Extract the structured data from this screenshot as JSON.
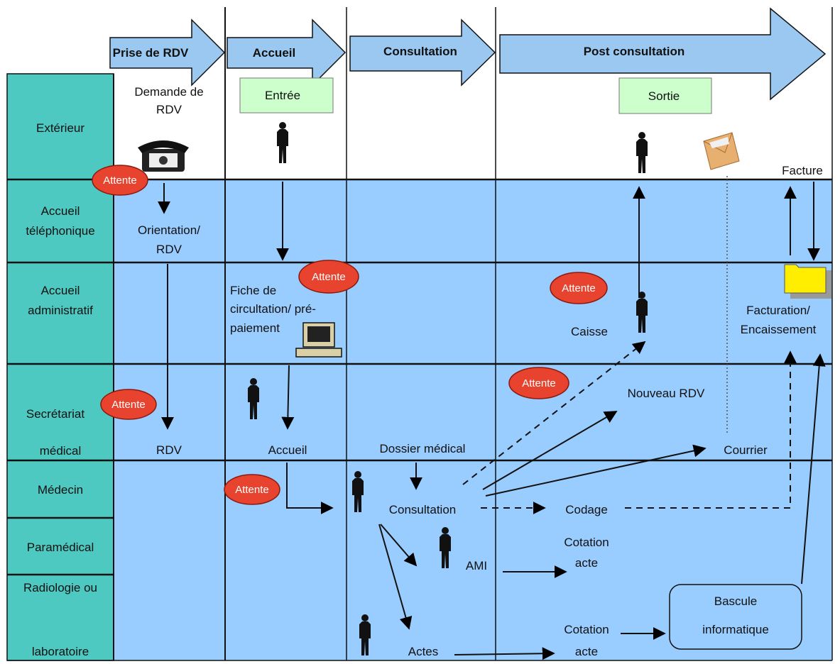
{
  "phases": [
    "Prise de RDV",
    "Accueil",
    "Consultation",
    "Post consultation"
  ],
  "lanes": {
    "exterieur": [
      "Extérieur"
    ],
    "accueil_tel": [
      "Accueil",
      "téléphonique"
    ],
    "accueil_admin": [
      "Accueil",
      "administratif"
    ],
    "secretariat_top": "Secrétariat",
    "secretariat_bottom": "médical",
    "medecin": "Médecin",
    "paramedical": "Paramédical",
    "radiologie_top": "Radiologie ou",
    "radiologie_bottom": "laboratoire"
  },
  "boxes": {
    "entree": "Entrée",
    "sortie": "Sortie"
  },
  "nodes": {
    "demande": [
      "Demande de",
      "RDV"
    ],
    "orientation": [
      "Orientation/",
      "RDV"
    ],
    "fiche": [
      "Fiche de",
      "circultation/ pré-",
      "paiement"
    ],
    "caisse": "Caisse",
    "facturation": [
      "Facturation/",
      "Encaissement"
    ],
    "facture": "Facture",
    "nouveau_rdv": "Nouveau RDV",
    "rdv": "RDV",
    "accueil": "Accueil",
    "dossier": "Dossier médical",
    "courrier": "Courrier",
    "consultation": "Consultation",
    "codage": "Codage",
    "ami": "AMI",
    "cotation1": [
      "Cotation",
      "acte"
    ],
    "cotation2": [
      "Cotation",
      "acte"
    ],
    "actes": "Actes",
    "bascule": [
      "Bascule",
      "informatique"
    ]
  },
  "badge_label": "Attente",
  "colors": {
    "lane_header": "#4ec9c1",
    "lane_body": "#99ccff",
    "phase_arrow": "#9ac8f0",
    "badge": "#e8432e",
    "box": "#ccffcc",
    "folder": "#ffee00"
  }
}
